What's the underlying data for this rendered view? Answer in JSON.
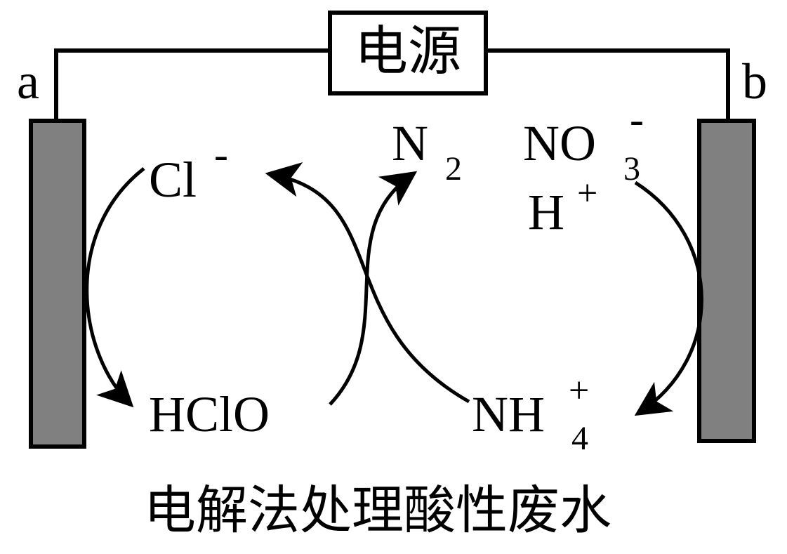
{
  "power_source": {
    "label": "电源"
  },
  "electrodes": {
    "left": {
      "label": "a",
      "fill": "#808080"
    },
    "right": {
      "label": "b",
      "fill": "#808080"
    }
  },
  "species": {
    "cl_minus": {
      "base": "Cl",
      "sup": "-"
    },
    "hclo": {
      "text": "HClO"
    },
    "n2": {
      "base": "N",
      "sub": "2"
    },
    "nitrate": {
      "base": "NO",
      "sup": "-",
      "sub": "3"
    },
    "h_plus": {
      "base": "H",
      "sup": "+"
    },
    "ammonium": {
      "base": "NH",
      "sup": "+",
      "sub": "4"
    }
  },
  "caption": "电解法处理酸性废水"
}
